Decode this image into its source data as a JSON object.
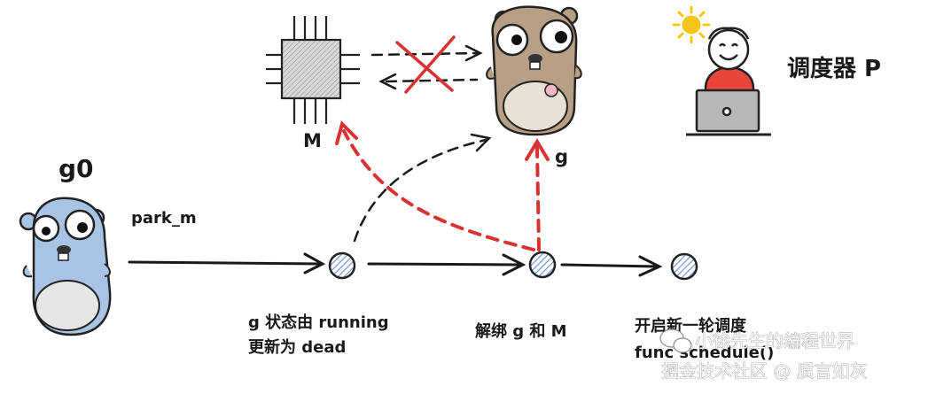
{
  "labels": {
    "g0": "g0",
    "park_m": "park_m",
    "m": "M",
    "g": "g",
    "scheduler": "调度器 P",
    "step1_line1": "g 状态由 running",
    "step1_line2": "更新为 dead",
    "step2": "解绑 g 和 M",
    "step3_line1": "开启新一轮调度",
    "step3_line2": "func schedule()"
  },
  "watermark": {
    "line1": "小徐先生的编程世界",
    "line2": "掘金技术社区 @ 质言如灰"
  },
  "colors": {
    "red_dashed": "#d93232",
    "arrow_black": "#1a1a1a",
    "gopher_blue": "#a9c3e4",
    "gopher_brown": "#b79f86",
    "state_fill": "#6e95cf",
    "sun": "#f5c518",
    "person_shirt": "#e8463a",
    "laptop": "#b7b7b7"
  },
  "icons": [
    "gopher-blue-icon",
    "gopher-brown-icon",
    "cpu-chip-icon",
    "person-laptop-icon",
    "sun-icon",
    "state-circle-icon",
    "red-cross-icon",
    "wechat-icon"
  ]
}
